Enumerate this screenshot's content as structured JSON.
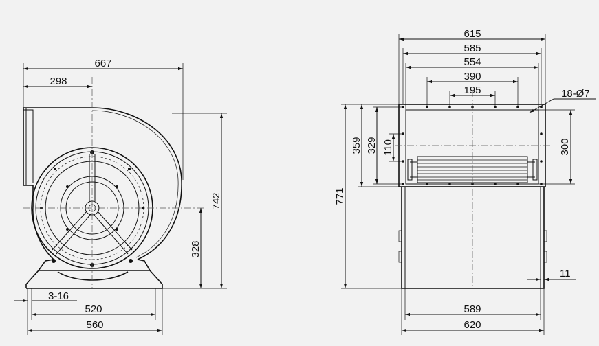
{
  "drawing": {
    "front_view": {
      "dimensions": {
        "width_overall": "667",
        "inlet_offset": "298",
        "height_overall": "742",
        "axis_height": "328",
        "foot_holes": "3-16",
        "foot_hole_spacing": "520",
        "foot_width": "560"
      }
    },
    "side_view": {
      "dimensions": {
        "flange_outer": "615",
        "flange_holes_outer": "585",
        "flange_inner": "554",
        "hole_pitch_390": "390",
        "hole_pitch_195": "195",
        "flange_holes": "18-Ø7",
        "height_overall": "771",
        "flange_height_outer": "359",
        "flange_height_holes": "329",
        "hole_pitch_110": "110",
        "flange_height_inner": "300",
        "base_width": "589",
        "base_width_outer": "620",
        "flange_thickness": "11"
      }
    }
  }
}
